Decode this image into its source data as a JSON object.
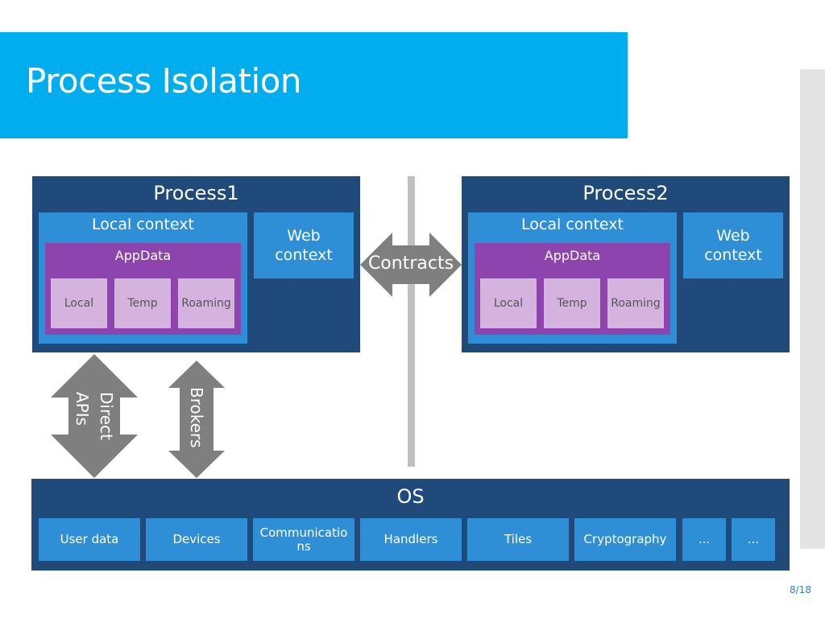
{
  "slide": {
    "title": "Process Isolation",
    "page_number": "8/18"
  },
  "process1": {
    "title": "Process1",
    "local_context": "Local context",
    "appdata": "AppData",
    "storage": [
      "Local",
      "Temp",
      "Roaming"
    ],
    "web_context": "Web context"
  },
  "process2": {
    "title": "Process2",
    "local_context": "Local context",
    "appdata": "AppData",
    "storage": [
      "Local",
      "Temp",
      "Roaming"
    ],
    "web_context": "Web context"
  },
  "arrows": {
    "contracts": "Contracts",
    "direct_apis": "Direct APIs",
    "brokers": "Brokers"
  },
  "os": {
    "title": "OS",
    "items": [
      "User data",
      "Devices",
      "Communications",
      "Handlers",
      "Tiles",
      "Cryptography",
      "...",
      "..."
    ]
  },
  "colors": {
    "title_bar": "#00adef",
    "dark_blue": "#204a7a",
    "mid_blue": "#2f8fd6",
    "purple": "#8e44ad",
    "light_purple": "#d5b3df",
    "arrow_gray": "#7f7f7f"
  }
}
